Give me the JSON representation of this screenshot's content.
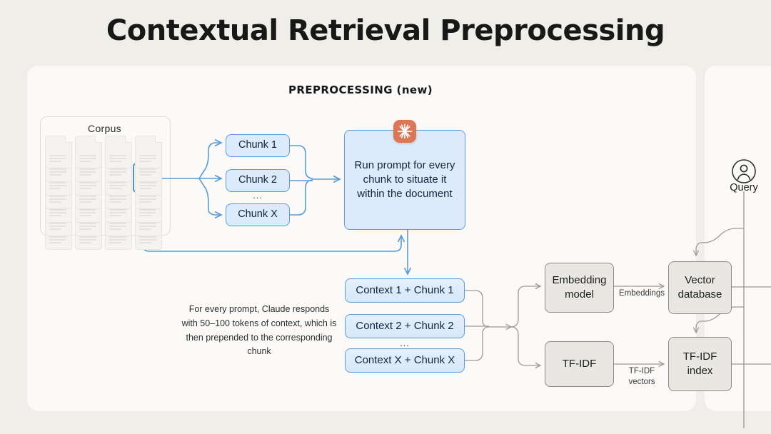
{
  "title": "Contextual Retrieval Preprocessing",
  "panels": {
    "main_section_heading": "PREPROCESSING (new)"
  },
  "corpus": {
    "label": "Corpus",
    "doc_columns": 4,
    "doc_rows": 7,
    "highlighted_document_icon": "document-icon"
  },
  "chunks": {
    "items": [
      {
        "label": "Chunk 1"
      },
      {
        "label": "Chunk 2"
      },
      {
        "label": "Chunk X"
      }
    ],
    "ellipsis": "..."
  },
  "prompt": {
    "text": "Run prompt for every chunk to situate it within the document",
    "badge_icon": "anthropic-starburst-icon",
    "badge_color": "#d97757"
  },
  "contexts": {
    "items": [
      {
        "label": "Context 1 + Chunk 1"
      },
      {
        "label": "Context 2 + Chunk 2"
      },
      {
        "label": "Context X + Chunk X"
      }
    ],
    "ellipsis": "..."
  },
  "caption": "For every prompt, Claude responds with 50–100 tokens of context, which is then prepended to the corresponding chunk",
  "pipeline": {
    "embedding_model": "Embedding model",
    "tfidf": "TF-IDF",
    "vector_database": "Vector database",
    "tfidf_index": "TF-IDF index",
    "edge_embeddings": "Embeddings",
    "edge_tfidf_vectors": "TF-IDF vectors"
  },
  "query": {
    "label": "Query",
    "icon": "user-avatar-icon"
  },
  "colors": {
    "background": "#f0eee9",
    "panel": "#fbfaf8",
    "blue_accent": "#5b9bd5",
    "blue_fill": "#dceafa",
    "beige_fill": "#e9e7e1",
    "gray_wire": "#9c9a94",
    "brand_orange": "#d97757"
  }
}
